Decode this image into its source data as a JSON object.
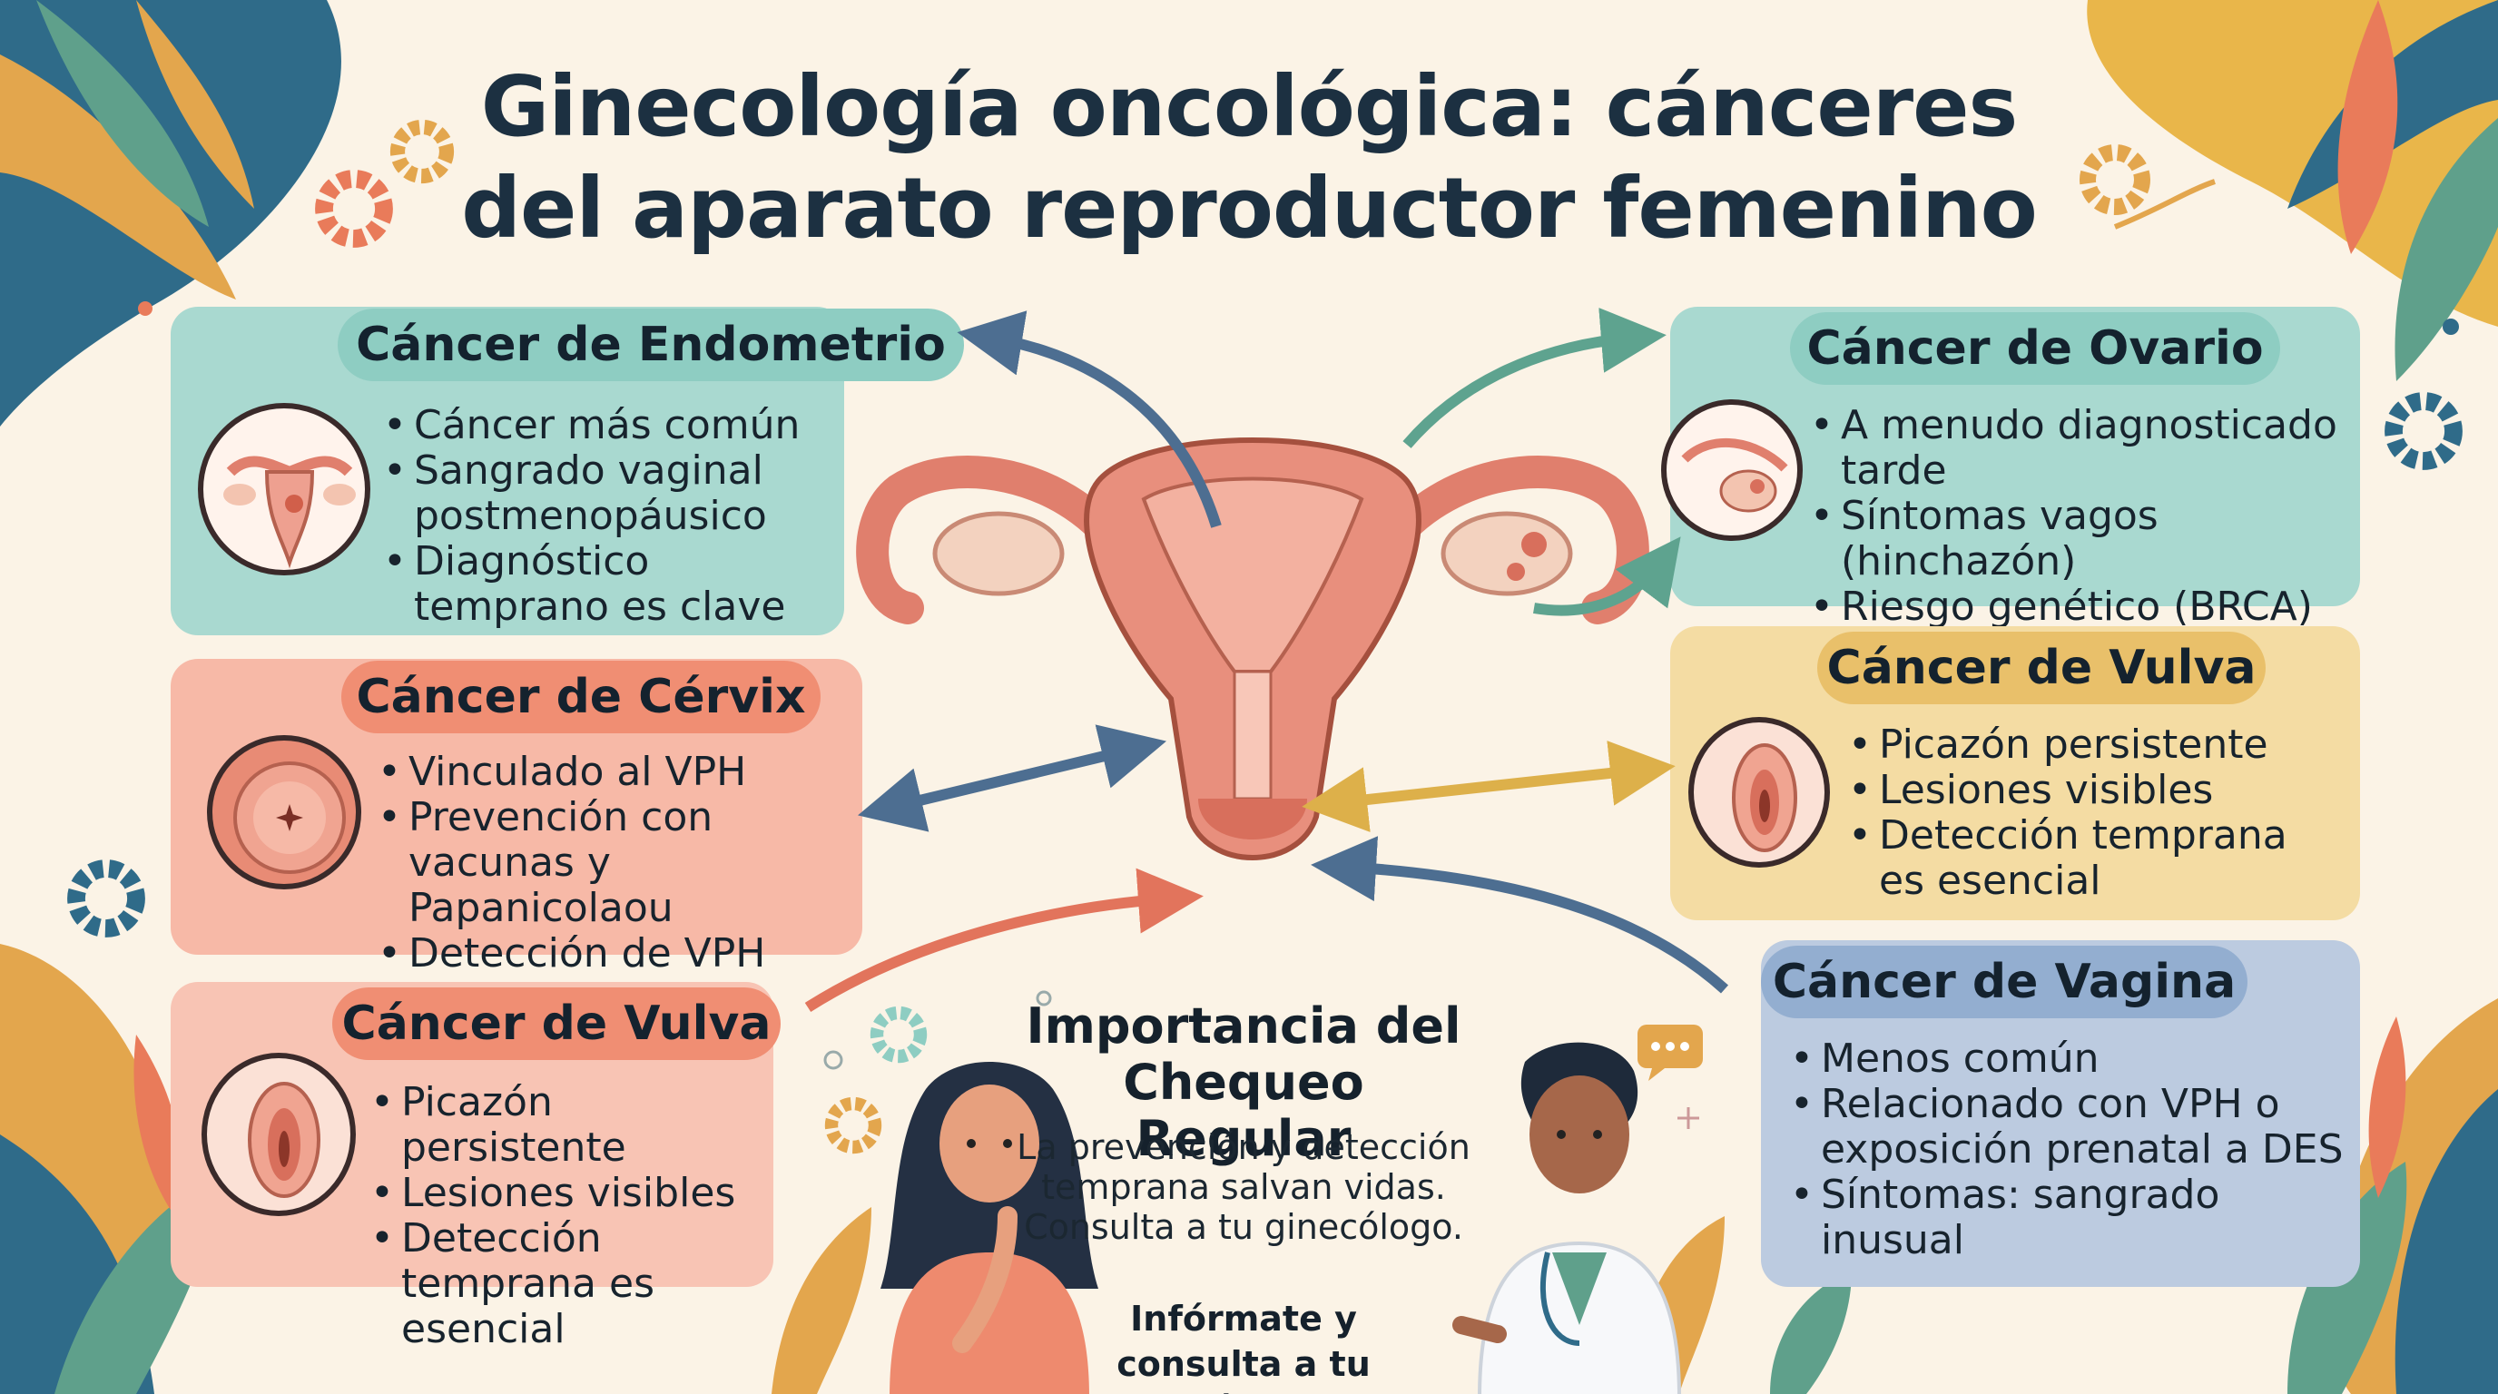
{
  "title": {
    "line1": "Ginecología oncológica: cánceres",
    "line2": "del aparato reproductor femenino"
  },
  "cards": {
    "endometrio": {
      "heading": "Cáncer de Endometrio",
      "items": [
        "Cáncer más común",
        "Sangrado vaginal postmenopáusico",
        "Diagnóstico temprano es clave"
      ]
    },
    "cervix": {
      "heading": "Cáncer de Cérvix",
      "items": [
        "Vinculado al VPH",
        "Prevención con vacunas y Papanicolaou",
        "Detección de VPH"
      ]
    },
    "vulva_left": {
      "heading": "Cáncer de Vulva",
      "items": [
        "Picazón persistente",
        "Lesiones visibles",
        "Detección temprana es esencial"
      ]
    },
    "ovario": {
      "heading": "Cáncer de Ovario",
      "items": [
        "A menudo diagnosticado tarde",
        "Síntomas vagos (hinchazón)",
        "Riesgo genético (BRCA)"
      ]
    },
    "vulva_right": {
      "heading": "Cáncer de Vulva",
      "items": [
        "Picazón persistente",
        "Lesiones visibles",
        "Detección temprana es esencial"
      ]
    },
    "vagina": {
      "heading": "Cáncer de Vagina",
      "items": [
        "Menos común",
        "Relacionado con VPH o exposición prenatal a DES",
        "Síntomas: sangrado inusual"
      ]
    }
  },
  "center": {
    "heading": "Importancia del Chequeo Regular",
    "text": "La prevención y detección temprana salvan vidas. Consulta a tu ginecólogo.",
    "cta": "Infórmate y consulta a tu médico"
  },
  "colors": {
    "background": "#fbf3e6",
    "teal_card": "#a9d9d0",
    "teal_pill": "#8ecdc2",
    "coral_card": "#f7b9a7",
    "coral_pill": "#f08e73",
    "gold_card": "#f4dca3",
    "gold_pill": "#e9c06a",
    "blue_card": "#bccbe0",
    "blue_pill": "#93aed0",
    "arrow_blue": "#4d6e91",
    "arrow_teal": "#5ea38f",
    "arrow_gold": "#ddb04a",
    "arrow_coral": "#e2745c",
    "uterus": "#e88f7d"
  },
  "icons": [
    "gear-icon",
    "leaf-icon",
    "chat-bubble-icon",
    "uterus-illustration",
    "ovary-icon",
    "cervix-icon",
    "vulva-icon",
    "stethoscope-icon"
  ]
}
